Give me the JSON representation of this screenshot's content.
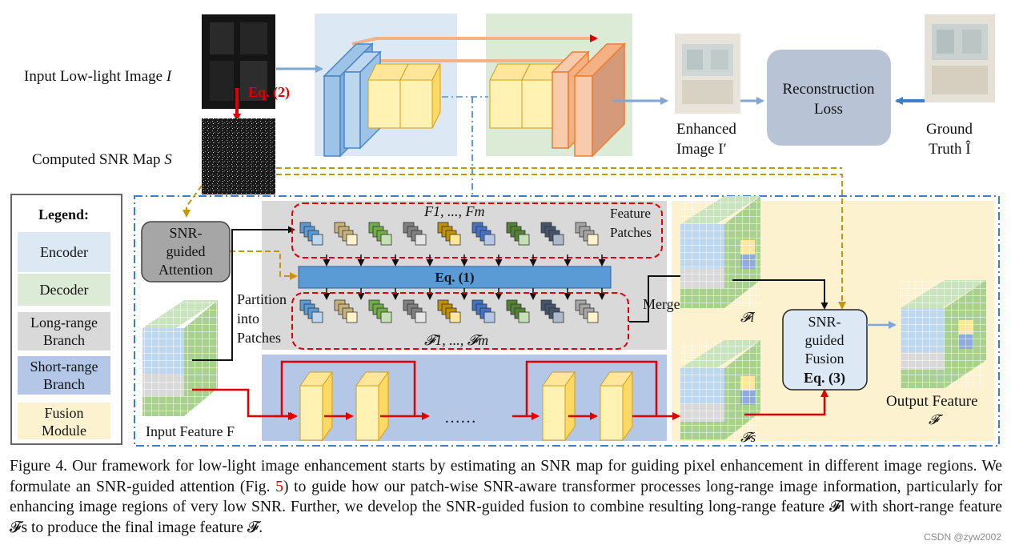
{
  "figure": {
    "input_label": "Input Low-light Image",
    "input_symbol": "I",
    "eq2_label": "Eq. (2)",
    "snr_map_label": "Computed SNR Map",
    "snr_map_symbol": "S",
    "enhanced_line1": "Enhanced",
    "enhanced_line2": "Image I′",
    "recon_line1": "Reconstruction",
    "recon_line2": "Loss",
    "ground_line1": "Ground",
    "ground_line2": "Truth Î",
    "snr_attention_lines": [
      "SNR-",
      "guided",
      "Attention"
    ],
    "partition_lines": [
      "Partition",
      "into",
      "Patches"
    ],
    "feature_patches_lines": [
      "Feature",
      "Patches"
    ],
    "patches_top_label": "F1, ..., Fm",
    "patches_bottom_label": "𝓕1, ..., 𝓕m",
    "eq1_label": "Eq. (1)",
    "merge_label": "Merge",
    "fl_label": "𝓕l",
    "fs_label": "𝓕s",
    "fusion_lines": [
      "SNR-",
      "guided",
      "Fusion"
    ],
    "eq3_label": "Eq. (3)",
    "output_label": "Output Feature",
    "output_symbol": "𝓕",
    "input_feature_label": "Input Feature F",
    "dots_label": "……"
  },
  "legend": {
    "title": "Legend:",
    "items": [
      {
        "label": "Encoder",
        "color": "#dce9f5"
      },
      {
        "label": "Decoder",
        "color": "#dcebd5"
      },
      {
        "label": "Long-range Branch",
        "color": "#d9d9d9"
      },
      {
        "label": "Short-range Branch",
        "color": "#b4c7e7"
      },
      {
        "label": "Fusion Module",
        "color": "#fdf2d0"
      }
    ]
  },
  "caption": {
    "part1": "Figure 4. Our framework for low-light image enhancement starts by estimating an SNR map for guiding pixel enhancement in different image regions. We formulate an SNR-guided attention (Fig. ",
    "ref": "5",
    "part2": ") to guide how our patch-wise SNR-aware transformer processes long-range image information, particularly for enhancing image regions of very low SNR. Further, we develop the SNR-guided fusion to combine resulting long-range feature 𝓕l with short-range feature 𝓕s to produce the final image feature 𝓕."
  },
  "watermark": "CSDN @zyw2002",
  "colors": {
    "encoder_bg": "#dce9f5",
    "decoder_bg": "#dcebd5",
    "long_range_bg": "#d9d9d9",
    "short_range_bg": "#b4c7e7",
    "fusion_bg": "#fdf2d0",
    "eq1_bar": "#5b9bd5",
    "red_arrow": "#e00000",
    "gold_dash": "#c8950a",
    "loss_box": "#b8c4d6"
  }
}
